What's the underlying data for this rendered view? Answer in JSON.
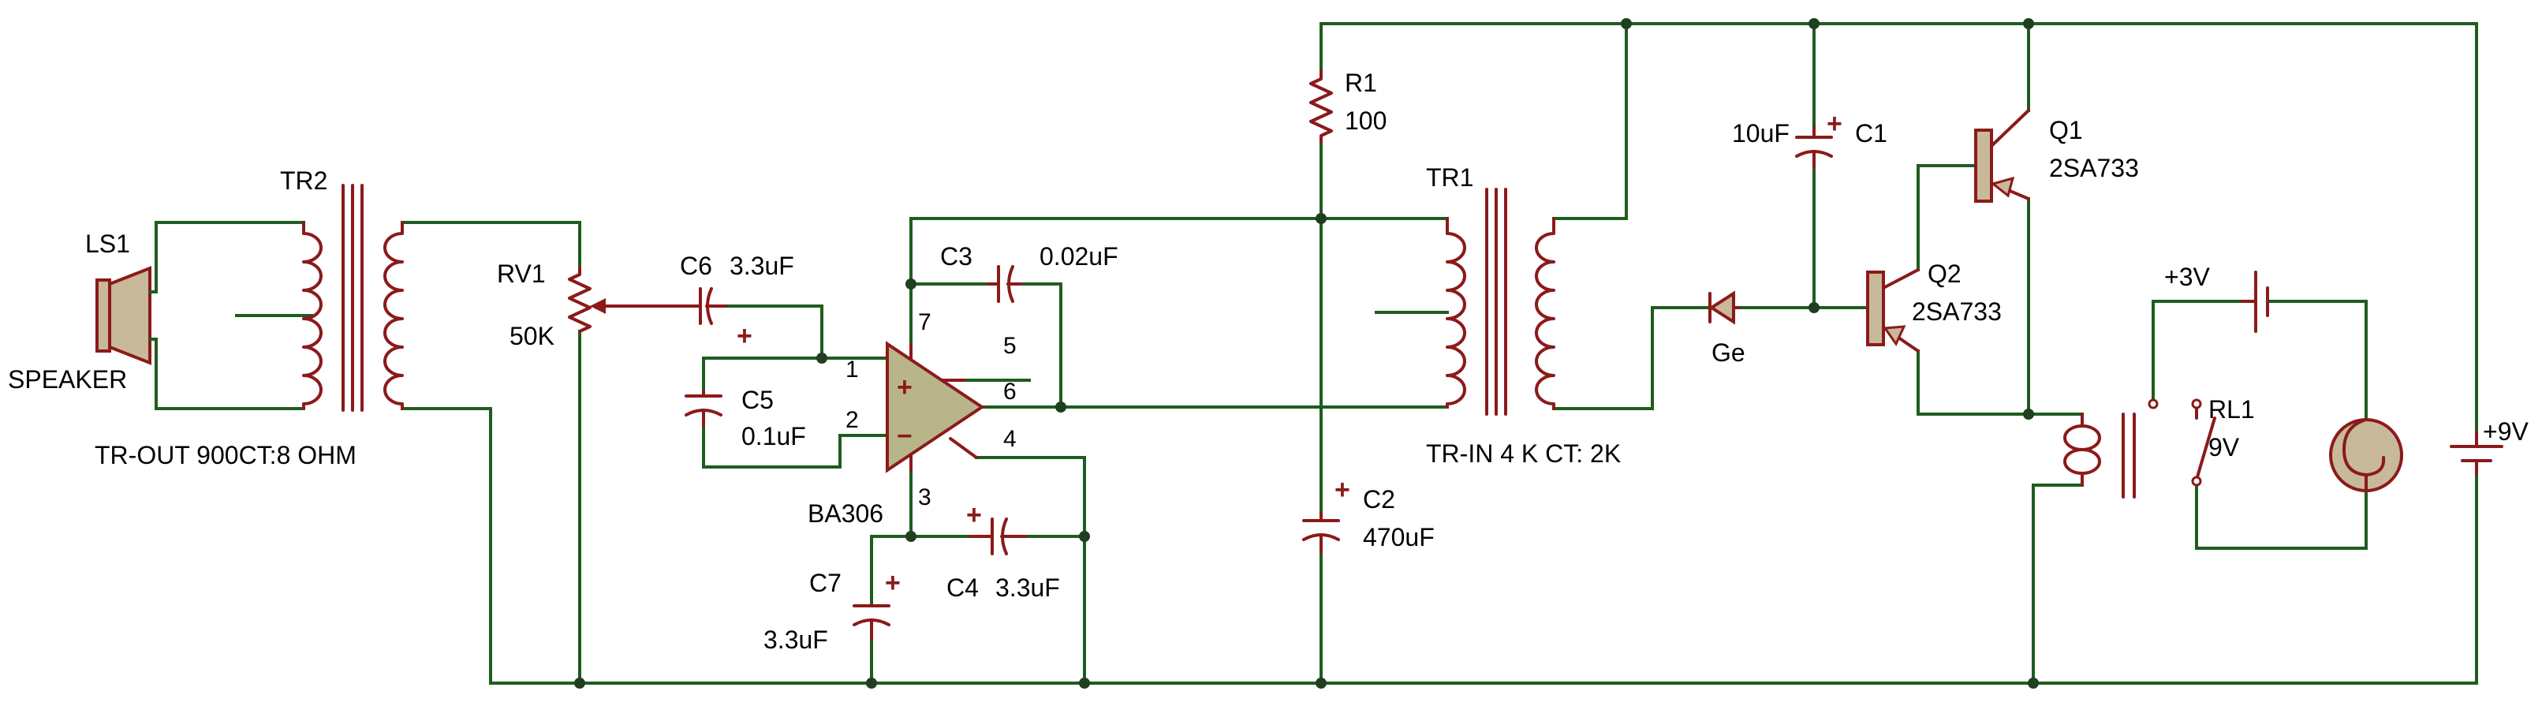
{
  "labels": {
    "ls1": "LS1",
    "speaker": "SPEAKER",
    "tr2": "TR2",
    "tr2_spec": "TR-OUT 900CT:8 OHM",
    "rv1": "RV1",
    "rv1_val": "50K",
    "c6": "C6",
    "c6_val": "3.3uF",
    "c5": "C5",
    "c5_val": "0.1uF",
    "c3": "C3",
    "c3_val": "0.02uF",
    "ic": "BA306",
    "c7": "C7",
    "c7_val": "3.3uF",
    "c4": "C4",
    "c4_val": "3.3uF",
    "r1": "R1",
    "r1_val": "100",
    "c2": "C2",
    "c2_val": "470uF",
    "tr1": "TR1",
    "tr1_spec": "TR-IN 4 K CT: 2K",
    "diode": "Ge",
    "c1_val": "10uF",
    "c1": "C1",
    "q1": "Q1",
    "q1_val": "2SA733",
    "q2": "Q2",
    "q2_val": "2SA733",
    "supply3": "+3V",
    "rl1": "RL1",
    "rl1_val": "9V",
    "supply9": "+9V"
  },
  "pins": {
    "p1": "1",
    "p2": "2",
    "p3": "3",
    "p4": "4",
    "p5": "5",
    "p6": "6",
    "p7": "7",
    "plus": "+",
    "minus": "−"
  },
  "polarity": "+",
  "colors": {
    "wire": "#1f5c1f",
    "component": "#8b1a1a",
    "opamp_fill": "#b9b58a",
    "body_fill": "#c8b99a"
  }
}
